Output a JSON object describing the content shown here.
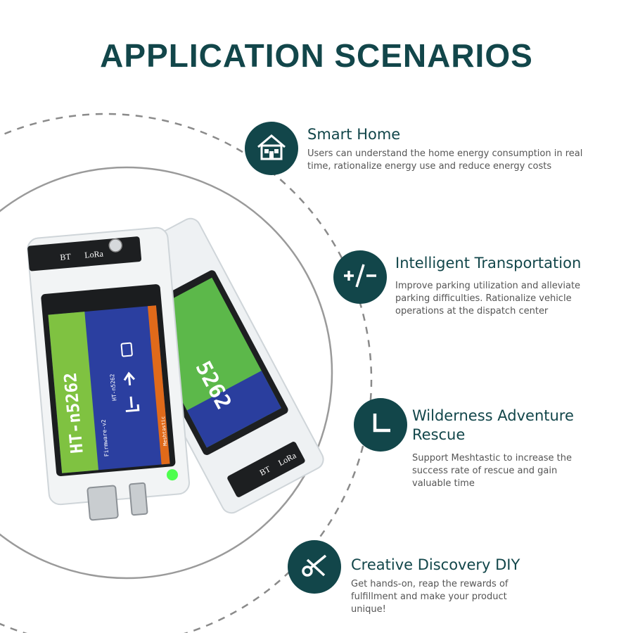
{
  "title": "APPLICATION SCENARIOS",
  "colors": {
    "primary": "#12464a",
    "text_muted": "#555555",
    "dashed_ring": "#8a8a8a"
  },
  "scenarios": [
    {
      "icon": "house-icon",
      "heading": "Smart Home",
      "description": "Users can understand the home energy consumption in real time, rationalize energy use and reduce energy costs"
    },
    {
      "icon": "plus-minus-icon",
      "heading": "Intelligent Transportation",
      "description": "Improve parking utilization and alleviate parking difficulties. Rationalize vehicle operations at the dispatch center"
    },
    {
      "icon": "clock-hands-icon",
      "heading": "Wilderness Adventure Rescue",
      "description": "Support Meshtastic to increase the success rate of rescue and gain valuable time"
    },
    {
      "icon": "scissors-icon",
      "heading": "Creative Discovery DIY",
      "description": "Get hands-on, reap the rewards of fulfillment and make your product unique!"
    }
  ],
  "device": {
    "model_label": "HT-n5262",
    "back_model_label": "5262",
    "screen_line_1": "HT-n5262",
    "screen_line_2": "Firmware-v2",
    "screen_line_3": "Meshtastic",
    "pcb_label_lora": "LoRa",
    "pcb_label_bt": "BT"
  }
}
